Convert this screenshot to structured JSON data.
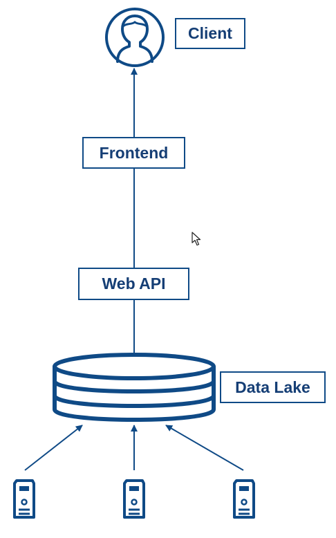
{
  "nodes": {
    "client": {
      "label": "Client",
      "icon": "user-icon"
    },
    "frontend": {
      "label": "Frontend"
    },
    "web_api": {
      "label": "Web API"
    },
    "data_lake": {
      "label": "Data Lake",
      "icon": "database-icon"
    },
    "sources": [
      {
        "icon": "server-icon"
      },
      {
        "icon": "server-icon"
      },
      {
        "icon": "server-icon"
      }
    ]
  },
  "edges": [
    {
      "from": "data_lake",
      "to": "web_api"
    },
    {
      "from": "web_api",
      "to": "frontend"
    },
    {
      "from": "frontend",
      "to": "client"
    },
    {
      "from": "source-1",
      "to": "data_lake"
    },
    {
      "from": "source-2",
      "to": "data_lake"
    },
    {
      "from": "source-3",
      "to": "data_lake"
    }
  ],
  "colors": {
    "stroke": "#0f4a86",
    "text": "#153e75",
    "background": "#ffffff"
  }
}
